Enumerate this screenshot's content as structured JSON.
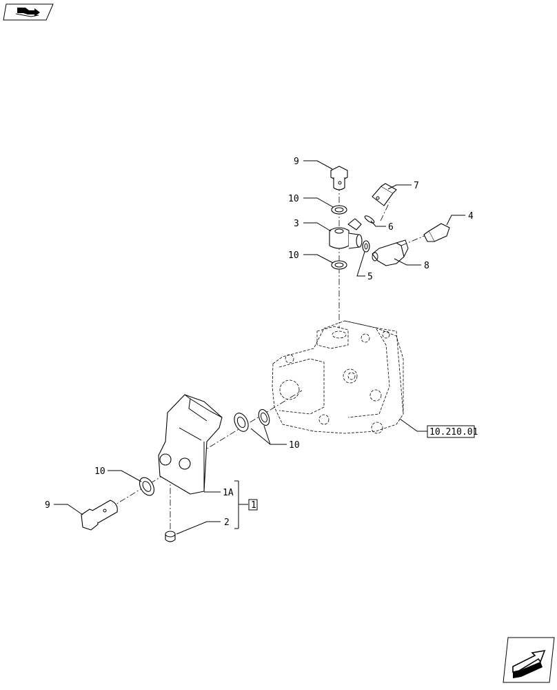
{
  "callouts": {
    "c9_top": "9",
    "c10_a": "10",
    "c3": "3",
    "c10_b": "10",
    "c7": "7",
    "c6": "6",
    "c4": "4",
    "c8": "8",
    "c5": "5",
    "c10_c": "10",
    "c10_d": "10",
    "c9_bottom": "9",
    "c1A": "1A",
    "c2": "2",
    "group_ref": "1",
    "cross_ref": "10.210.01"
  },
  "icons": {
    "top_left": "book-with-arrow-icon",
    "bottom_right": "next-page-arrow-icon"
  }
}
